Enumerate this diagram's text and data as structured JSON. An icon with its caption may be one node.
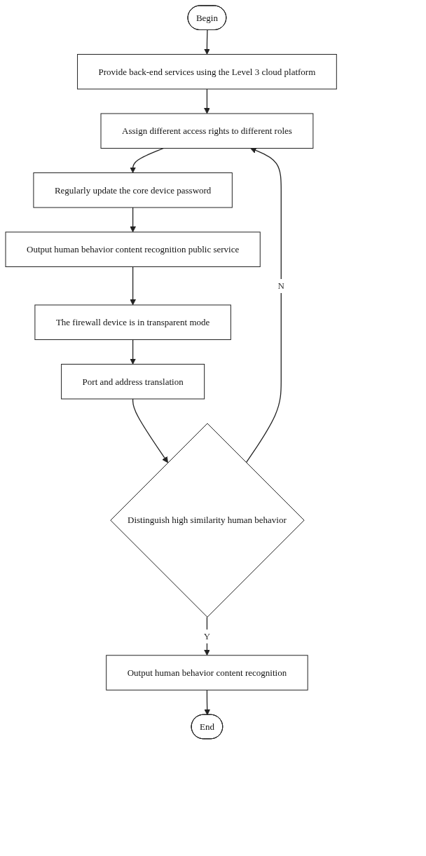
{
  "diagram": {
    "nodes": [
      {
        "text": [
          "Begin"
        ]
      },
      {
        "text": [
          "Provide back-end services using the Level 3 cloud platform"
        ]
      },
      {
        "text": [
          "Assign different access rights to different roles"
        ]
      },
      {
        "text": [
          "Regularly update the core device password"
        ]
      },
      {
        "text": [
          "Output human behavior content recognition public service"
        ]
      },
      {
        "text": [
          "The firewall device is in transparent mode"
        ]
      },
      {
        "text": [
          "Port and address translation"
        ]
      },
      {
        "text": [
          "Distinguish high similarity human behavior"
        ]
      },
      {
        "text": [
          "Output human behavior content recognition"
        ]
      },
      {
        "text": [
          "End"
        ]
      }
    ],
    "edges": [
      {
        "from": 0,
        "to": 1,
        "arrow": "to"
      },
      {
        "from": 1,
        "to": 2,
        "arrow": "to"
      },
      {
        "from": 2,
        "to": 3,
        "arrow": "to"
      },
      {
        "from": 3,
        "to": 4,
        "arrow": "to"
      },
      {
        "from": 4,
        "to": 5,
        "arrow": "to"
      },
      {
        "from": 5,
        "to": 6,
        "arrow": "to"
      },
      {
        "from": 6,
        "to": 7,
        "arrow": "to"
      },
      {
        "from": 7,
        "to": 8,
        "label": "Y",
        "arrow": "to"
      },
      {
        "from": 8,
        "to": 9,
        "arrow": "to"
      },
      {
        "from": 7,
        "to": 2,
        "label": "N",
        "arrow": "to"
      }
    ]
  }
}
